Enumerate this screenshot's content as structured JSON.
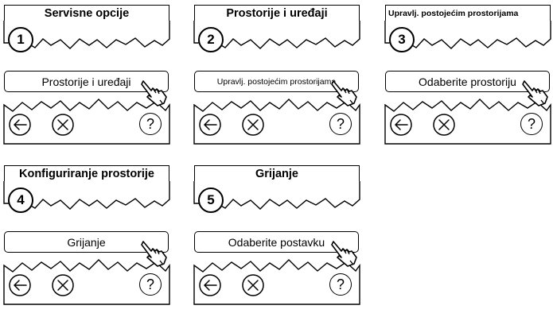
{
  "panels": [
    {
      "step": "1",
      "title": "Servisne opcije",
      "button": "Prostorije i uređaji"
    },
    {
      "step": "2",
      "title": "Prostorije i uređaji",
      "button": "Upravlj. postojećim prostorijama"
    },
    {
      "step": "3",
      "title": "Upravlj. postojećim prostorijama",
      "button": "Odaberite prostoriju"
    },
    {
      "step": "4",
      "title": "Konfiguriranje prostorije",
      "button": "Grijanje"
    },
    {
      "step": "5",
      "title": "Grijanje",
      "button": "Odaberite postavku"
    }
  ],
  "help_glyph": "?",
  "icons": {
    "back": "back-arrow-icon",
    "cancel": "cancel-x-icon",
    "help": "help-question-icon",
    "pointer": "pointing-hand-icon"
  }
}
